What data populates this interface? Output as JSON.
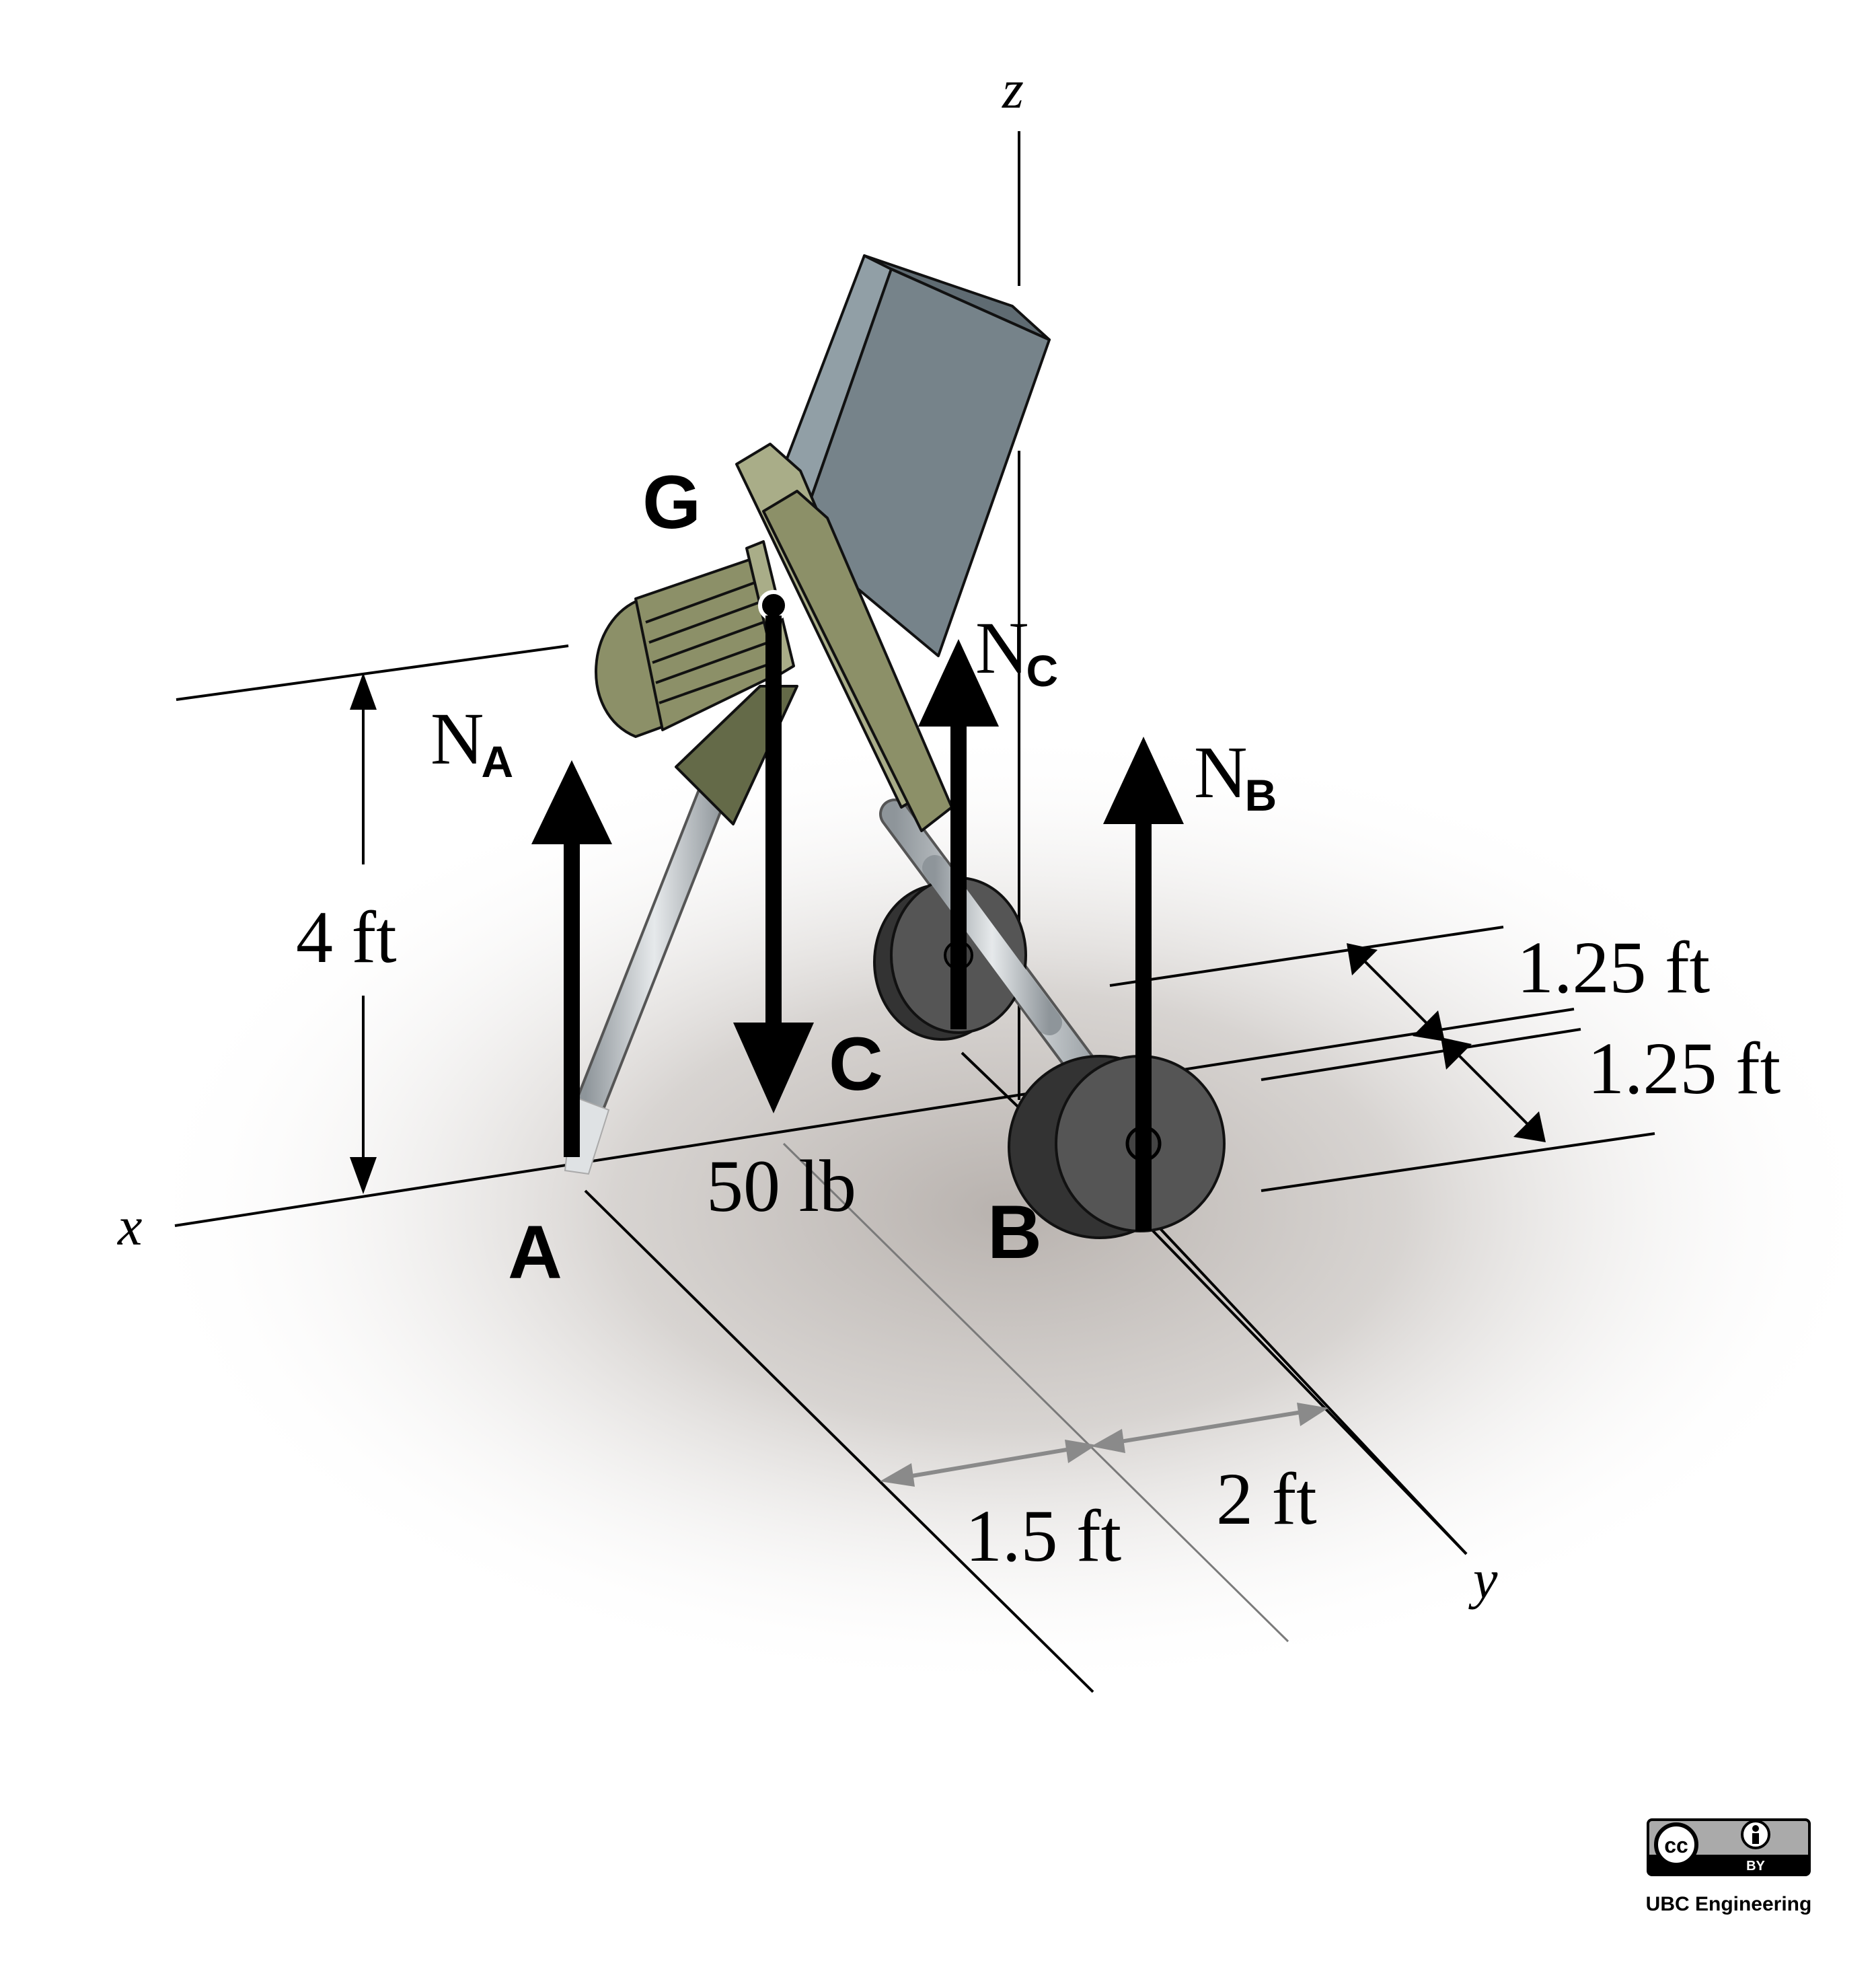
{
  "axes": {
    "x": "x",
    "y": "y",
    "z": "z"
  },
  "points": {
    "A": "A",
    "B": "B",
    "C": "C",
    "G": "G"
  },
  "forces": {
    "NA": {
      "main": "N",
      "sub": "A"
    },
    "NB": {
      "main": "N",
      "sub": "B"
    },
    "NC": {
      "main": "N",
      "sub": "C"
    },
    "weight": "50 lb"
  },
  "dimensions": {
    "height": "4 ft",
    "offset_c1": "1.25 ft",
    "offset_c2": "1.25 ft",
    "span_a": "1.5 ft",
    "span_b": "2 ft"
  },
  "license": {
    "badge_cc": "cc",
    "badge_by": "BY",
    "credit": "UBC Engineering"
  },
  "colors": {
    "hopper_front": "#76838a",
    "hopper_side": "#919fa6",
    "motor": "#8c9068",
    "motor_dark": "#646a48",
    "wheel": "#555555",
    "leg": "#b9bec2",
    "ground_shadow": "#c9c5c2"
  }
}
